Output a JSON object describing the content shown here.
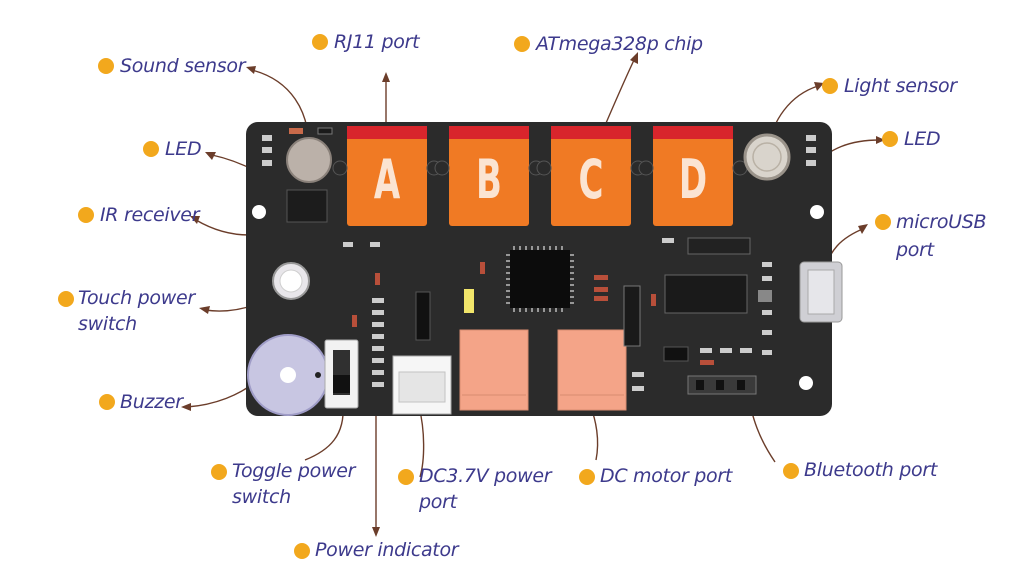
{
  "labels": {
    "sound_sensor": "Sound sensor",
    "rj11_port": "RJ11 port",
    "atmega_chip": "ATmega328p chip",
    "light_sensor": "Light sensor",
    "led_left": "LED",
    "led_right": "LED",
    "ir_receiver": "IR receiver",
    "microusb_line1": "microUSB",
    "microusb_line2": "port",
    "touch_line1": "Touch power",
    "touch_line2": "switch",
    "buzzer": "Buzzer",
    "toggle_line1": "Toggle power",
    "toggle_line2": "switch",
    "dc37_line1": "DC3.7V power",
    "dc37_line2": "port",
    "dc_motor": "DC motor port",
    "bluetooth": "Bluetooth port",
    "power_indicator": "Power indicator"
  },
  "ports": [
    "A",
    "B",
    "C",
    "D"
  ],
  "colors": {
    "label_text": "#3d3a8c",
    "label_dot": "#f2a81d",
    "leader_line": "#6b3d2a",
    "board": "#2b2b2b",
    "rj11_body": "#f07a24",
    "rj11_top": "#d8252c",
    "dc_port": "#f4a488",
    "bluetooth_header": "#3a3a3a"
  }
}
